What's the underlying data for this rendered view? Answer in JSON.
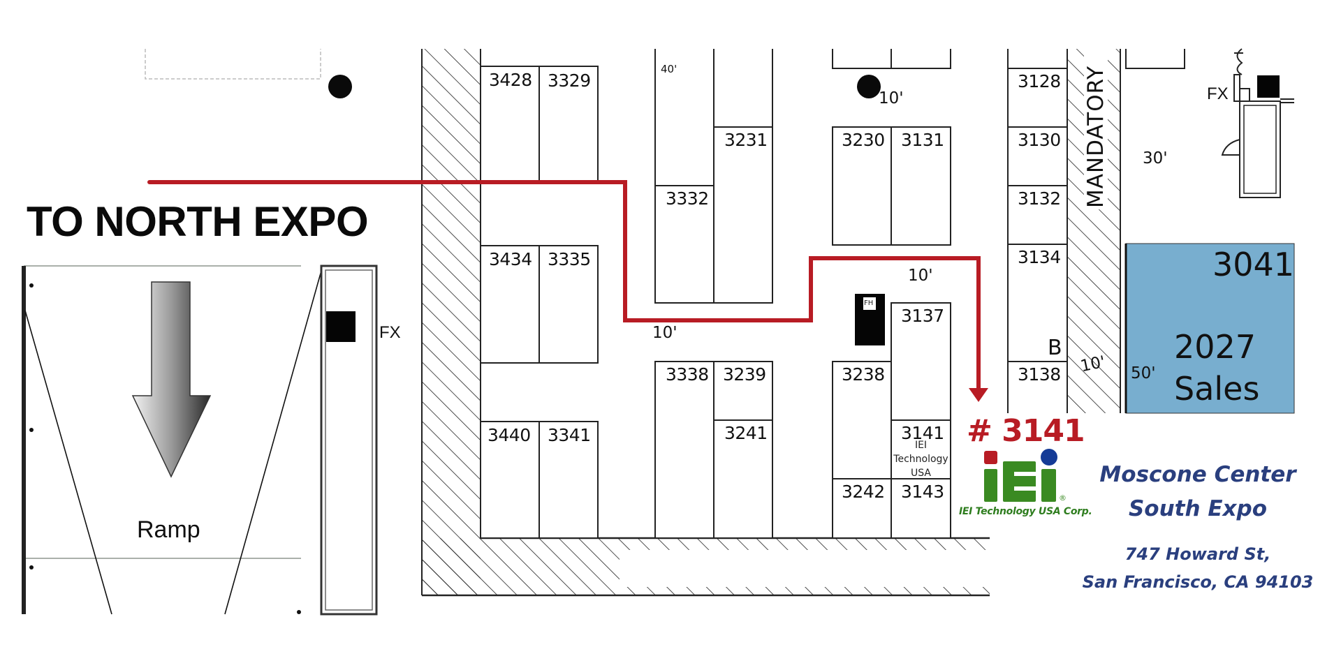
{
  "map": {
    "north_expo_label": "TO NORTH EXPO",
    "ramp_label": "Ramp",
    "fx_labels": [
      "FX",
      "FX"
    ],
    "mandatory_label": "MANDATORY",
    "fh_label": "FH",
    "dimensions": {
      "top_40": "40'",
      "top_10": "10'",
      "mid_10a": "10'",
      "mid_10b": "10'",
      "aisle_10": "10'",
      "right_30": "30'",
      "right_50": "50'"
    },
    "booths": {
      "b3428": "3428",
      "b3329": "3329",
      "b3434": "3434",
      "b3335": "3335",
      "b3440": "3440",
      "b3341": "3341",
      "b3332": "3332",
      "b3231": "3231",
      "b3338": "3338",
      "b3239": "3239",
      "b3241": "3241",
      "b3230": "3230",
      "b3131": "3131",
      "b3238": "3238",
      "b3242": "3242",
      "b3137": "3137",
      "b3141": "3141",
      "b3143": "3143",
      "b3141_exhibitor": [
        "IEI",
        "Technology",
        "USA"
      ],
      "b3128": "3128",
      "b3130": "3130",
      "b3132": "3132",
      "b3134": "3134",
      "b3138": "3138",
      "b3134_sub": "B",
      "b3041": "3041",
      "b2027": "2027",
      "b2027_sub": "Sales"
    },
    "route_color": "#b81c24",
    "highlight_booth_color": "#78aecf"
  },
  "callout": {
    "booth_number": "# 3141",
    "company_logo_text": "iEi",
    "company_name": "IEI Technology USA Corp.",
    "venue_line1": "Moscone Center",
    "venue_line2": "South Expo",
    "address_line1": "747 Howard St,",
    "address_line2": "San Francisco, CA 94103",
    "colors": {
      "booth_red": "#b81c24",
      "logo_green": "#3a8a22",
      "logo_red": "#b81c24",
      "logo_blue": "#153b96",
      "venue_blue": "#2a3f7e"
    }
  }
}
